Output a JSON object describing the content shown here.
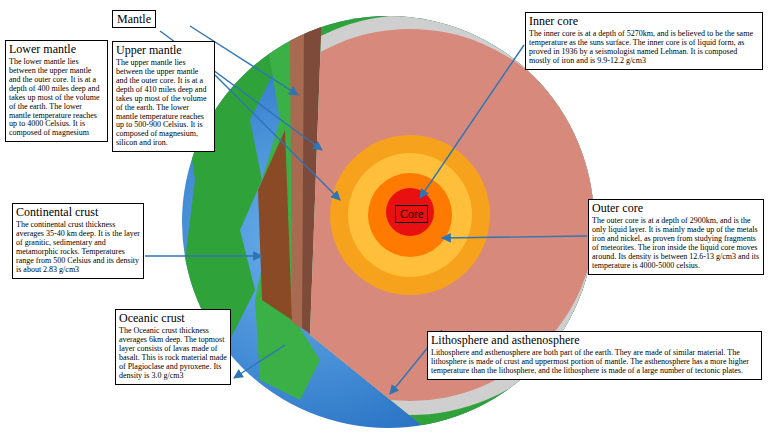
{
  "diagram": {
    "nodes": [
      {
        "text": [
          "Mantle"
        ]
      },
      {
        "text": [
          "Lower mantle",
          "The lower mantle lies between the upper mantle and the outer core. It is at a depth of 400 miles deep and takes up most of the volume of the earth. The lower mantle temperature reaches up to 4000 Celsius. It is composed of magnesium"
        ]
      },
      {
        "text": [
          "Upper mantle",
          "The upper mantle lies between the upper mantle and the outer core. It is at a depth of 410 miles deep and takes up most of the volume of the earth. The lower mantle temperature reaches up to 500-900 Celsius. It is composed of magnesium, silicon and iron."
        ]
      },
      {
        "text": [
          "Inner core",
          "The inner core is at a depth of 5270km, and is believed to be the same temperature as the suns surface. The inner core is of liquid form, as proved in 1936 by a seismologist named Lehman. It is composed mostly of iron and is 9.9-12.2 g/cm3"
        ]
      },
      {
        "text": [
          "Continental crust",
          "The continental crust thickness averages 35-40 km deep. It is the layer of granitic, sedimentary and metamorphic rocks. Temperatures range from 500 Celsius and its density is about 2.83 g/cm3"
        ]
      },
      {
        "text": [
          "Outer core",
          "The outer core is at a depth of 2900km, and is the only liquid layer. It is mainly made up of the metals iron and nickel, as proven from studying fragments of meteorites. The iron inside the liquid core moves around. Its density is between 12.6-13 g/cm3 and its temperature is 4000-5000 celsius."
        ]
      },
      {
        "text": [
          "Core"
        ]
      },
      {
        "text": [
          "Oceanic crust",
          "The Oceanic crust thickness averages 6km deep. The topmost layer consists of lavas made of basalt. This is rock material made of Plagioclase and pyroxene. Its density is 3.0 g/cm3"
        ]
      },
      {
        "text": [
          "Lithosphere and asthenosphere",
          "Lithosphere and asthenosphere are both part of the earth. They are made of similar material. The lithosphere is made of crust and uppermost portion of mantle. The asthenosphere has a more higher temperature than the lithosphere, and the lithosphere is made of a large number of tectonic plates."
        ]
      }
    ]
  }
}
